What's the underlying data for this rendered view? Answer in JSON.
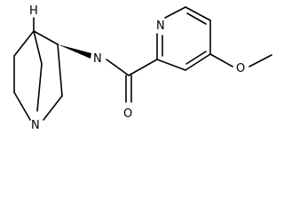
{
  "atoms": {
    "bridgehead_h": "H",
    "amide_nh": "N",
    "pyridine_n": "N",
    "methoxy_o": "O",
    "methyl": "",
    "carbonyl_o": "O",
    "quinuclidine_n": "N"
  },
  "colors": {
    "bond": "#000000",
    "label": "#000000",
    "background": "#ffffff"
  }
}
